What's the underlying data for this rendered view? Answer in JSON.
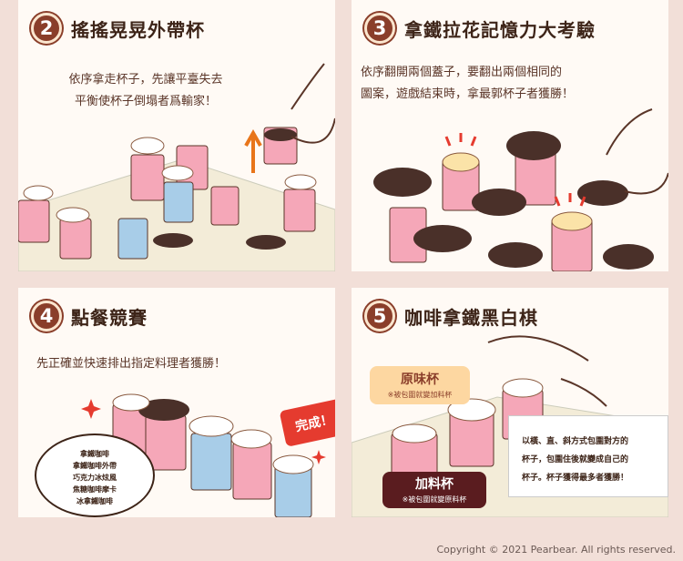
{
  "panels": {
    "p2": {
      "number": "2",
      "title": "搖搖晃晃外帶杯",
      "desc_line1": "依序拿走杯子，先讓平臺失去",
      "desc_line2": "平衡使杯子倒塌者爲輸家！"
    },
    "p3": {
      "number": "3",
      "title": "拿鐵拉花記憶力大考驗",
      "desc_line1": "依序翻開兩個蓋子，要翻出兩個相同的",
      "desc_line2": "圖案，遊戲結束時，拿最郭杯子者獲勝！"
    },
    "p4": {
      "number": "4",
      "title": "點餐競賽",
      "desc": "先正確並快速排出指定料理者獲勝！",
      "done_badge": "完成！",
      "order_list": [
        "拿鐵咖啡",
        "拿鐵咖啡外帶",
        "巧克力冰炫風",
        "焦糖咖啡摩卡",
        "冰拿鐵咖啡"
      ]
    },
    "p5": {
      "number": "5",
      "title": "咖啡拿鐵黑白棋",
      "tag_orig_title": "原味杯",
      "tag_orig_sub": "※被包圍就變加料杯",
      "tag_add_title": "加料杯",
      "tag_add_sub": "※被包圍就變原料杯",
      "rule_line1": "以橫、直、斜方式包圍對方的",
      "rule_line2": "杯子，包圍住後就變成自己的",
      "rule_line3": "杯子。杯子獲得最多者獲勝！"
    }
  },
  "copyright": "Copyright © 2021 Pearbear. All rights reserved.",
  "colors": {
    "background": "#f2dfd8",
    "panel": "#fffaf5",
    "accent": "#8a3e2a",
    "cup_pink": "#f5a7b8",
    "cup_blue": "#a8cde8",
    "lid_brown": "#4a3029"
  }
}
